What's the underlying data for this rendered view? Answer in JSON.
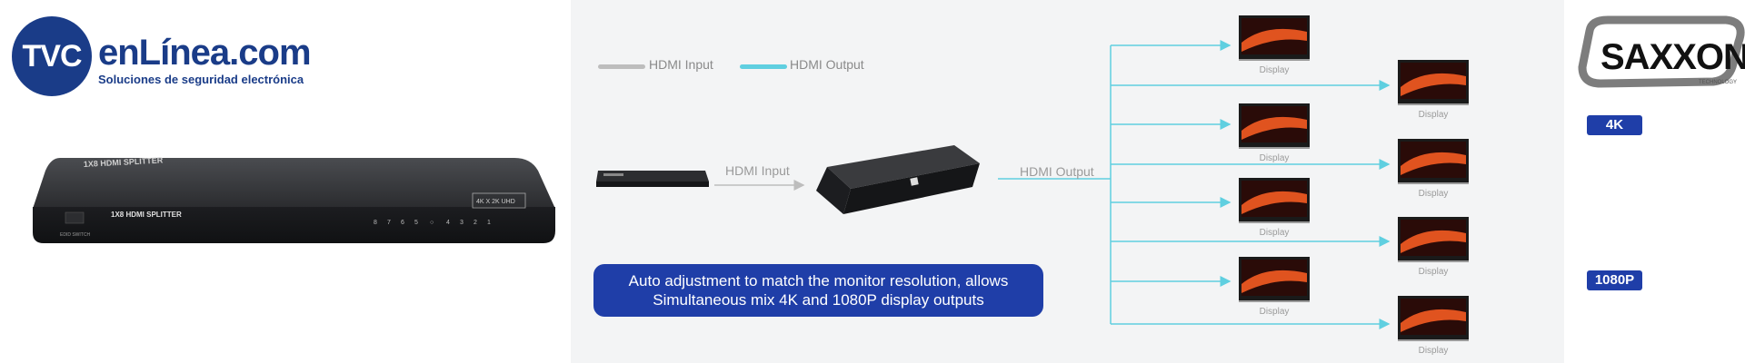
{
  "brand": {
    "logo_initials": "TVC",
    "name": "enLínea.com",
    "tagline": "Soluciones de seguridad electrónica"
  },
  "device": {
    "top_label": "1X8 HDMI SPLITTER",
    "front_label": "1X8 HDMI SPLITTER",
    "resolution_badge": "4K X 2K UHD",
    "edid_label": "EDID SWITCH",
    "port_numbers": [
      "8",
      "7",
      "6",
      "5",
      "○",
      "4",
      "3",
      "2",
      "1"
    ]
  },
  "legend": {
    "input_label": "HDMI Input",
    "output_label": "HDMI Output",
    "input_color": "#bdbdbd",
    "output_color": "#5fcfe0"
  },
  "diagram": {
    "source_label": "HDMI Input",
    "output_label": "HDMI Output",
    "display_label": "Display",
    "display_count": 8
  },
  "callout": {
    "line1": "Auto adjustment to match the monitor resolution, allows",
    "line2": "Simultaneous mix 4K and 1080P display outputs"
  },
  "saxxon": {
    "name": "SAXXON",
    "sub": "TECHNOLOGY"
  },
  "resolutions": {
    "top": "4K",
    "bottom": "1080P"
  },
  "colors": {
    "brand_blue": "#1a3c88",
    "accent_blue": "#1f3ea8",
    "cyan_line": "#5fcfe0",
    "gray_line": "#bdbdbd"
  }
}
